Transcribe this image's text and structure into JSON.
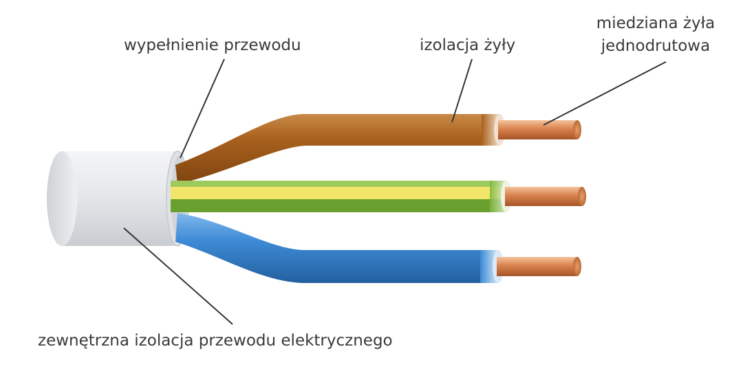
{
  "labels": {
    "filling": "wypełnienie przewodu",
    "core_insulation": "izolacja żyły",
    "copper_core_line1": "miedziana żyła",
    "copper_core_line2": "jednodrutowa",
    "outer_insulation": "zewnętrzna izolacja przewodu elektrycznego"
  },
  "colors": {
    "sheath": "#e4e6ea",
    "filling": "#d8dade",
    "brown_wire": "#a9611d",
    "green_yellow_wire_green": "#7ab43a",
    "green_yellow_wire_yellow": "#f2e66a",
    "blue_wire": "#3d8ad6",
    "copper": "#d9824e",
    "leader_line": "#333333",
    "text": "#3a3a3a"
  }
}
